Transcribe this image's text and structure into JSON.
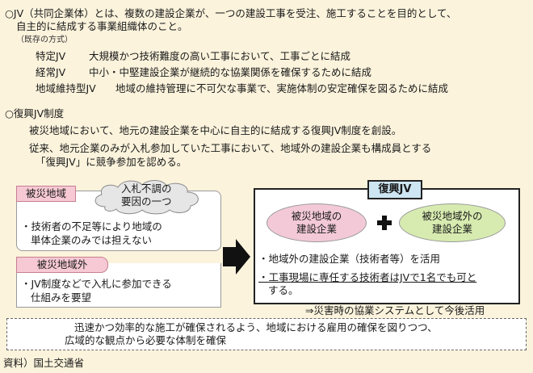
{
  "intro": {
    "definition_line1": "○JV（共同企業体）とは、複数の建設企業が、一つの建設工事を受注、施工することを目的として、",
    "definition_line2": "自主的に結成する事業組織体のこと。",
    "existing_label": "（既存の方式）",
    "methods": [
      {
        "name": "特定JV",
        "desc": "大規模かつ技術難度の高い工事において、工事ごとに結成"
      },
      {
        "name": "経常JV",
        "desc": "中小・中堅建設企業が継続的な協業関係を確保するために結成"
      },
      {
        "name": "地域維持型JV",
        "desc": "地域の維持管理に不可欠な事業で、実施体制の安定確保を図るために結成"
      }
    ]
  },
  "fukko": {
    "heading": "○復興JV制度",
    "para1": "被災地域において、地元の建設企業を中心に自主的に結成する復興JV制度を創設。",
    "para2_line1": "従来、地元企業のみが入札参加していた工事において、地域外の建設企業も構成員とする",
    "para2_line2": "「復興JV」に競争参加を認める。"
  },
  "left_panel": {
    "tag_affected": "被災地域",
    "cloud_line1": "入札不調の",
    "cloud_line2": "要因の一つ",
    "affected_line1": "・技術者の不足等により地域の",
    "affected_line2": "単体企業のみでは担えない",
    "tag_outside": "被災地域外",
    "outside_line1": "・JV制度などで入札に参加できる",
    "outside_line2": "仕組みを要望"
  },
  "jv_panel": {
    "title": "復興JV",
    "ellipse_left_line1": "被災地域の",
    "ellipse_left_line2": "建設企業",
    "ellipse_right_line1": "被災地域外の",
    "ellipse_right_line2": "建設企業",
    "bullet1": "・地域外の建設企業（技術者等）を活用",
    "bullet2_line1": "・工事現場に専任する技術者はJVで1名でも可と",
    "bullet2_line2": "する。"
  },
  "future_note": "⇒災害時の協業システムとして今後活用",
  "bottom_box": {
    "line1": "迅速かつ効率的な施工が確保されるよう、地域における雇用の確保を図りつつ、",
    "line2": "広域的な観点から必要な体制を確保"
  },
  "source": "資料）国土交通省",
  "colors": {
    "background": "#fbf3dc",
    "tag_pink": "#f6c9d4",
    "ellipse_pink": "#f3c9d8",
    "ellipse_green": "#d7ebb0",
    "title_blue": "#cde6f2",
    "cloud_gray": "#e6e6e6"
  }
}
